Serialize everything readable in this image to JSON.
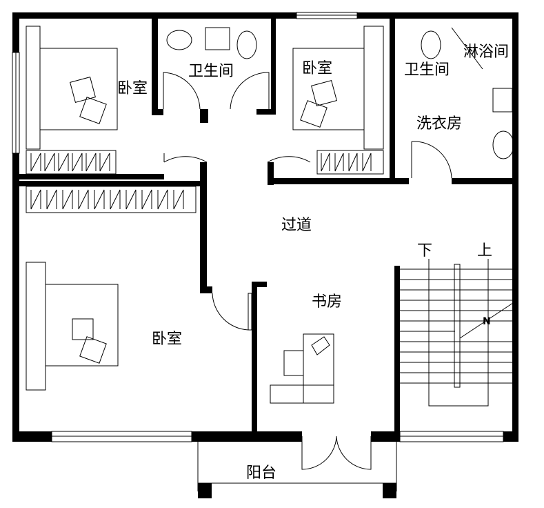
{
  "title": "二层平面图",
  "rooms": {
    "bedroom_top_left": "卧室",
    "bathroom_top": "卫生间",
    "bedroom_top_middle": "卧室",
    "bathroom_right": "卫生间",
    "shower": "淋浴间",
    "laundry": "洗衣房",
    "corridor": "过道",
    "study": "书房",
    "bedroom_bottom": "卧室",
    "balcony": "阳台"
  },
  "stairs": {
    "down": "下",
    "up": "上"
  },
  "colors": {
    "wall": "#000000",
    "background": "#ffffff"
  }
}
